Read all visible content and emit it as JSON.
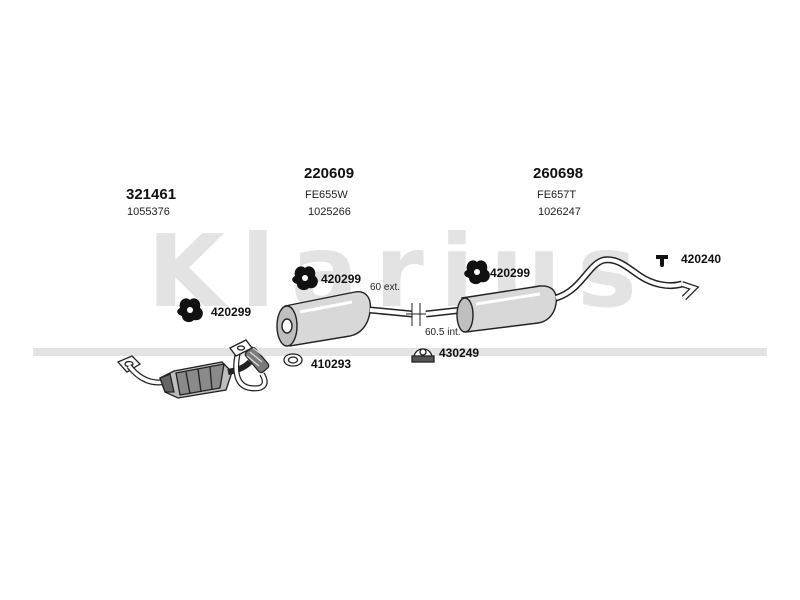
{
  "watermark": {
    "brand": "Klarius"
  },
  "parts": {
    "catalyst": {
      "part_no": "321461",
      "ref": "1055376"
    },
    "front_box": {
      "part_no": "220609",
      "oe": "FE655W",
      "ref": "1025266"
    },
    "rear_box": {
      "part_no": "260698",
      "oe": "FE657T",
      "ref": "1026247"
    }
  },
  "fittings": {
    "mount_left": "420299",
    "mount_mid": "420299",
    "mount_right": "420299",
    "gasket": "410293",
    "clamp": "430249",
    "tail_hanger": "420240"
  },
  "joint": {
    "ext": "60 ext.",
    "int": "60.5 int."
  }
}
